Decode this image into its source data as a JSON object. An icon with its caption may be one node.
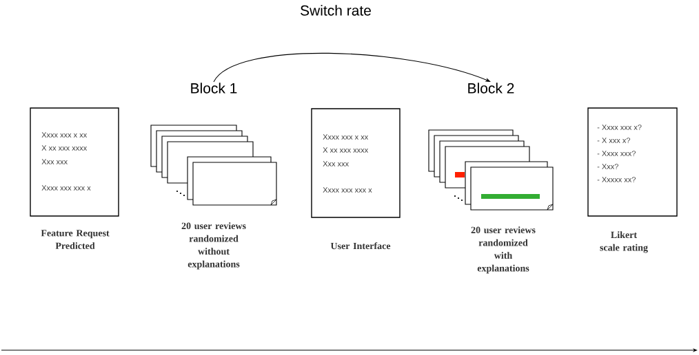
{
  "diagram": {
    "nodes": [
      {
        "text": [
          "Xxxx xxx x xx",
          "X xx xxx xxxx",
          "Xxx xxx",
          "Xxxx xxx xxx x"
        ],
        "beside": [
          "Feature Request Predicted"
        ]
      },
      {
        "text": [
          "Block 1"
        ],
        "beside": [
          "20 user reviews randomized without explanations"
        ]
      },
      {
        "text": [
          "Xxxx xxx x xx",
          "X xx xxx xxxx",
          "Xxx xxx",
          "Xxxx xxx xxx x"
        ],
        "beside": [
          "User Interface"
        ]
      },
      {
        "text": [
          "Block 2"
        ],
        "beside": [
          "20 user reviews randomized with explanations"
        ]
      },
      {
        "text": [
          "- Xxxx xxx x?",
          "- X xxx x?",
          "- Xxxx xxx?",
          "- Xxx?",
          "- Xxxxx xx?"
        ],
        "beside": [
          "Likert scale rating"
        ]
      }
    ],
    "edges": [
      {
        "from": 1,
        "to": 3,
        "arrow": "to",
        "label": "Switch rate"
      }
    ]
  }
}
